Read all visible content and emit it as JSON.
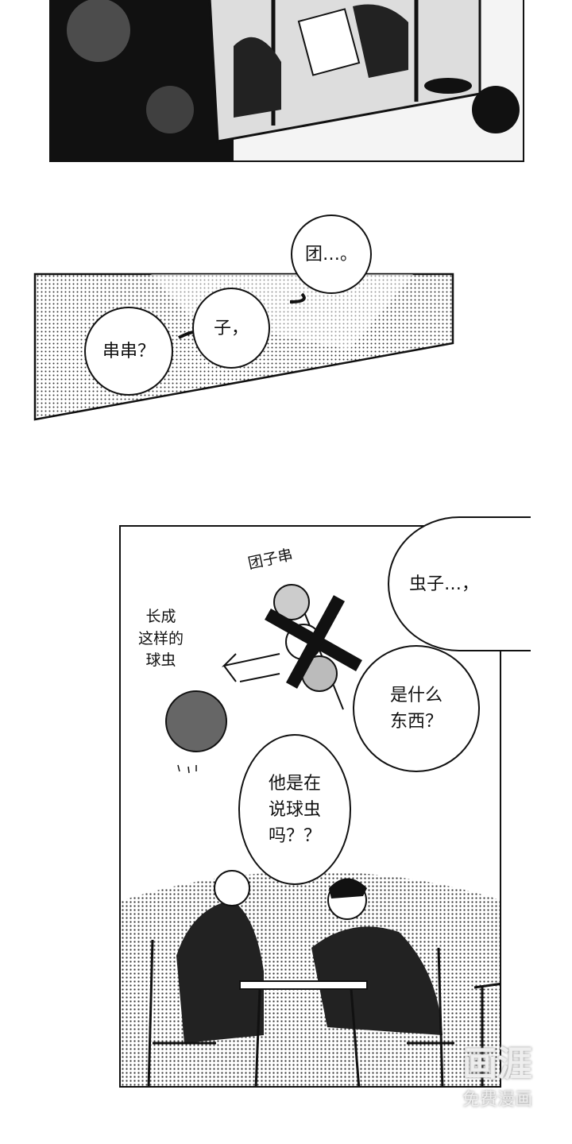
{
  "panel2": {
    "bubbles": [
      "团…。",
      "子，",
      "串串？"
    ]
  },
  "panel3": {
    "label_dango": "团子串",
    "label_bug": [
      "长成",
      "这样的",
      "球虫"
    ],
    "bubbles": {
      "bug": "虫子…，",
      "what": [
        "是什么",
        "东西？"
      ],
      "question": [
        "他是在",
        "说球虫",
        "吗？？"
      ]
    }
  },
  "watermark": {
    "logo": "画涯",
    "tagline": "免费漫画"
  }
}
